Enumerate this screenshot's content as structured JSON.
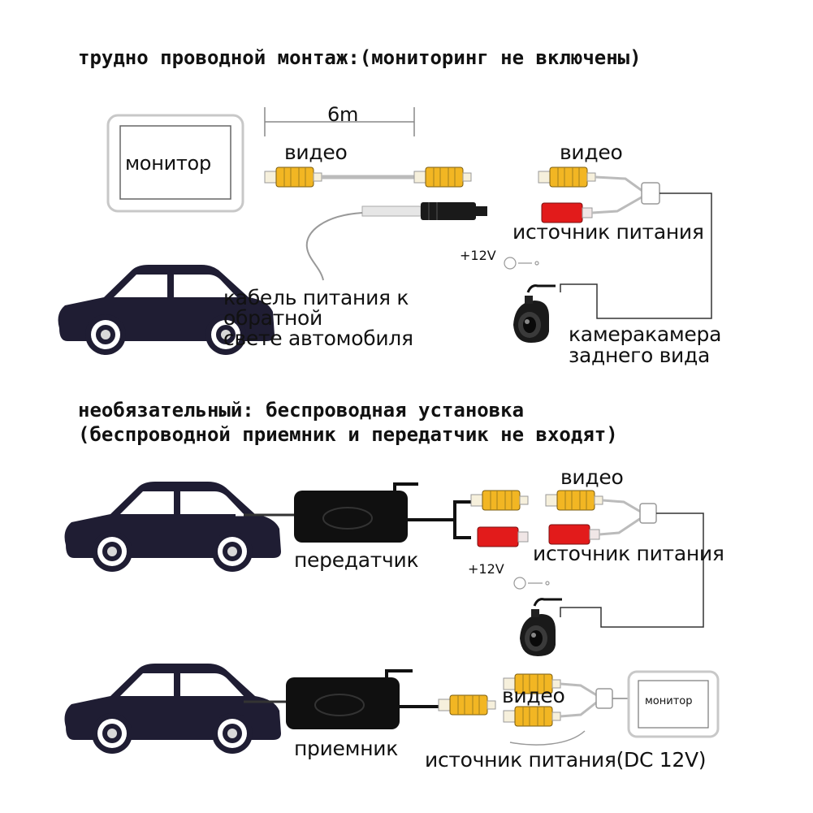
{
  "section1": {
    "title": "трудно проводной монтаж:(мониторинг не включены)",
    "distance": "6m",
    "monitor_label": "монитор",
    "video_label_left": "видео",
    "video_label_right": "видео",
    "power_label": "источник питания",
    "voltage": "+12V",
    "reverse_cable_line1": "кабель питания к",
    "reverse_cable_line2": "обратной",
    "reverse_cable_line3": "свете автомобиля",
    "camera_line1": "камеракамера",
    "camera_line2": "заднего вида"
  },
  "section2": {
    "title_line1": "необязательный: беспроводная установка",
    "title_line2": "(беспроводной приемник и передатчик не входят)",
    "video_label": "видео",
    "transmitter_label": "передатчик",
    "power_label": "источник питания",
    "voltage": "+12V"
  },
  "section3": {
    "video_label": "видео",
    "monitor_label": "монитор",
    "receiver_label": "приемник",
    "power_label": "источник питания(DC 12V)"
  },
  "colors": {
    "car": "#1f1d33",
    "rca_yellow": "#f2b623",
    "rca_red": "#e21b1b",
    "box": "#101010",
    "line": "#333333"
  }
}
